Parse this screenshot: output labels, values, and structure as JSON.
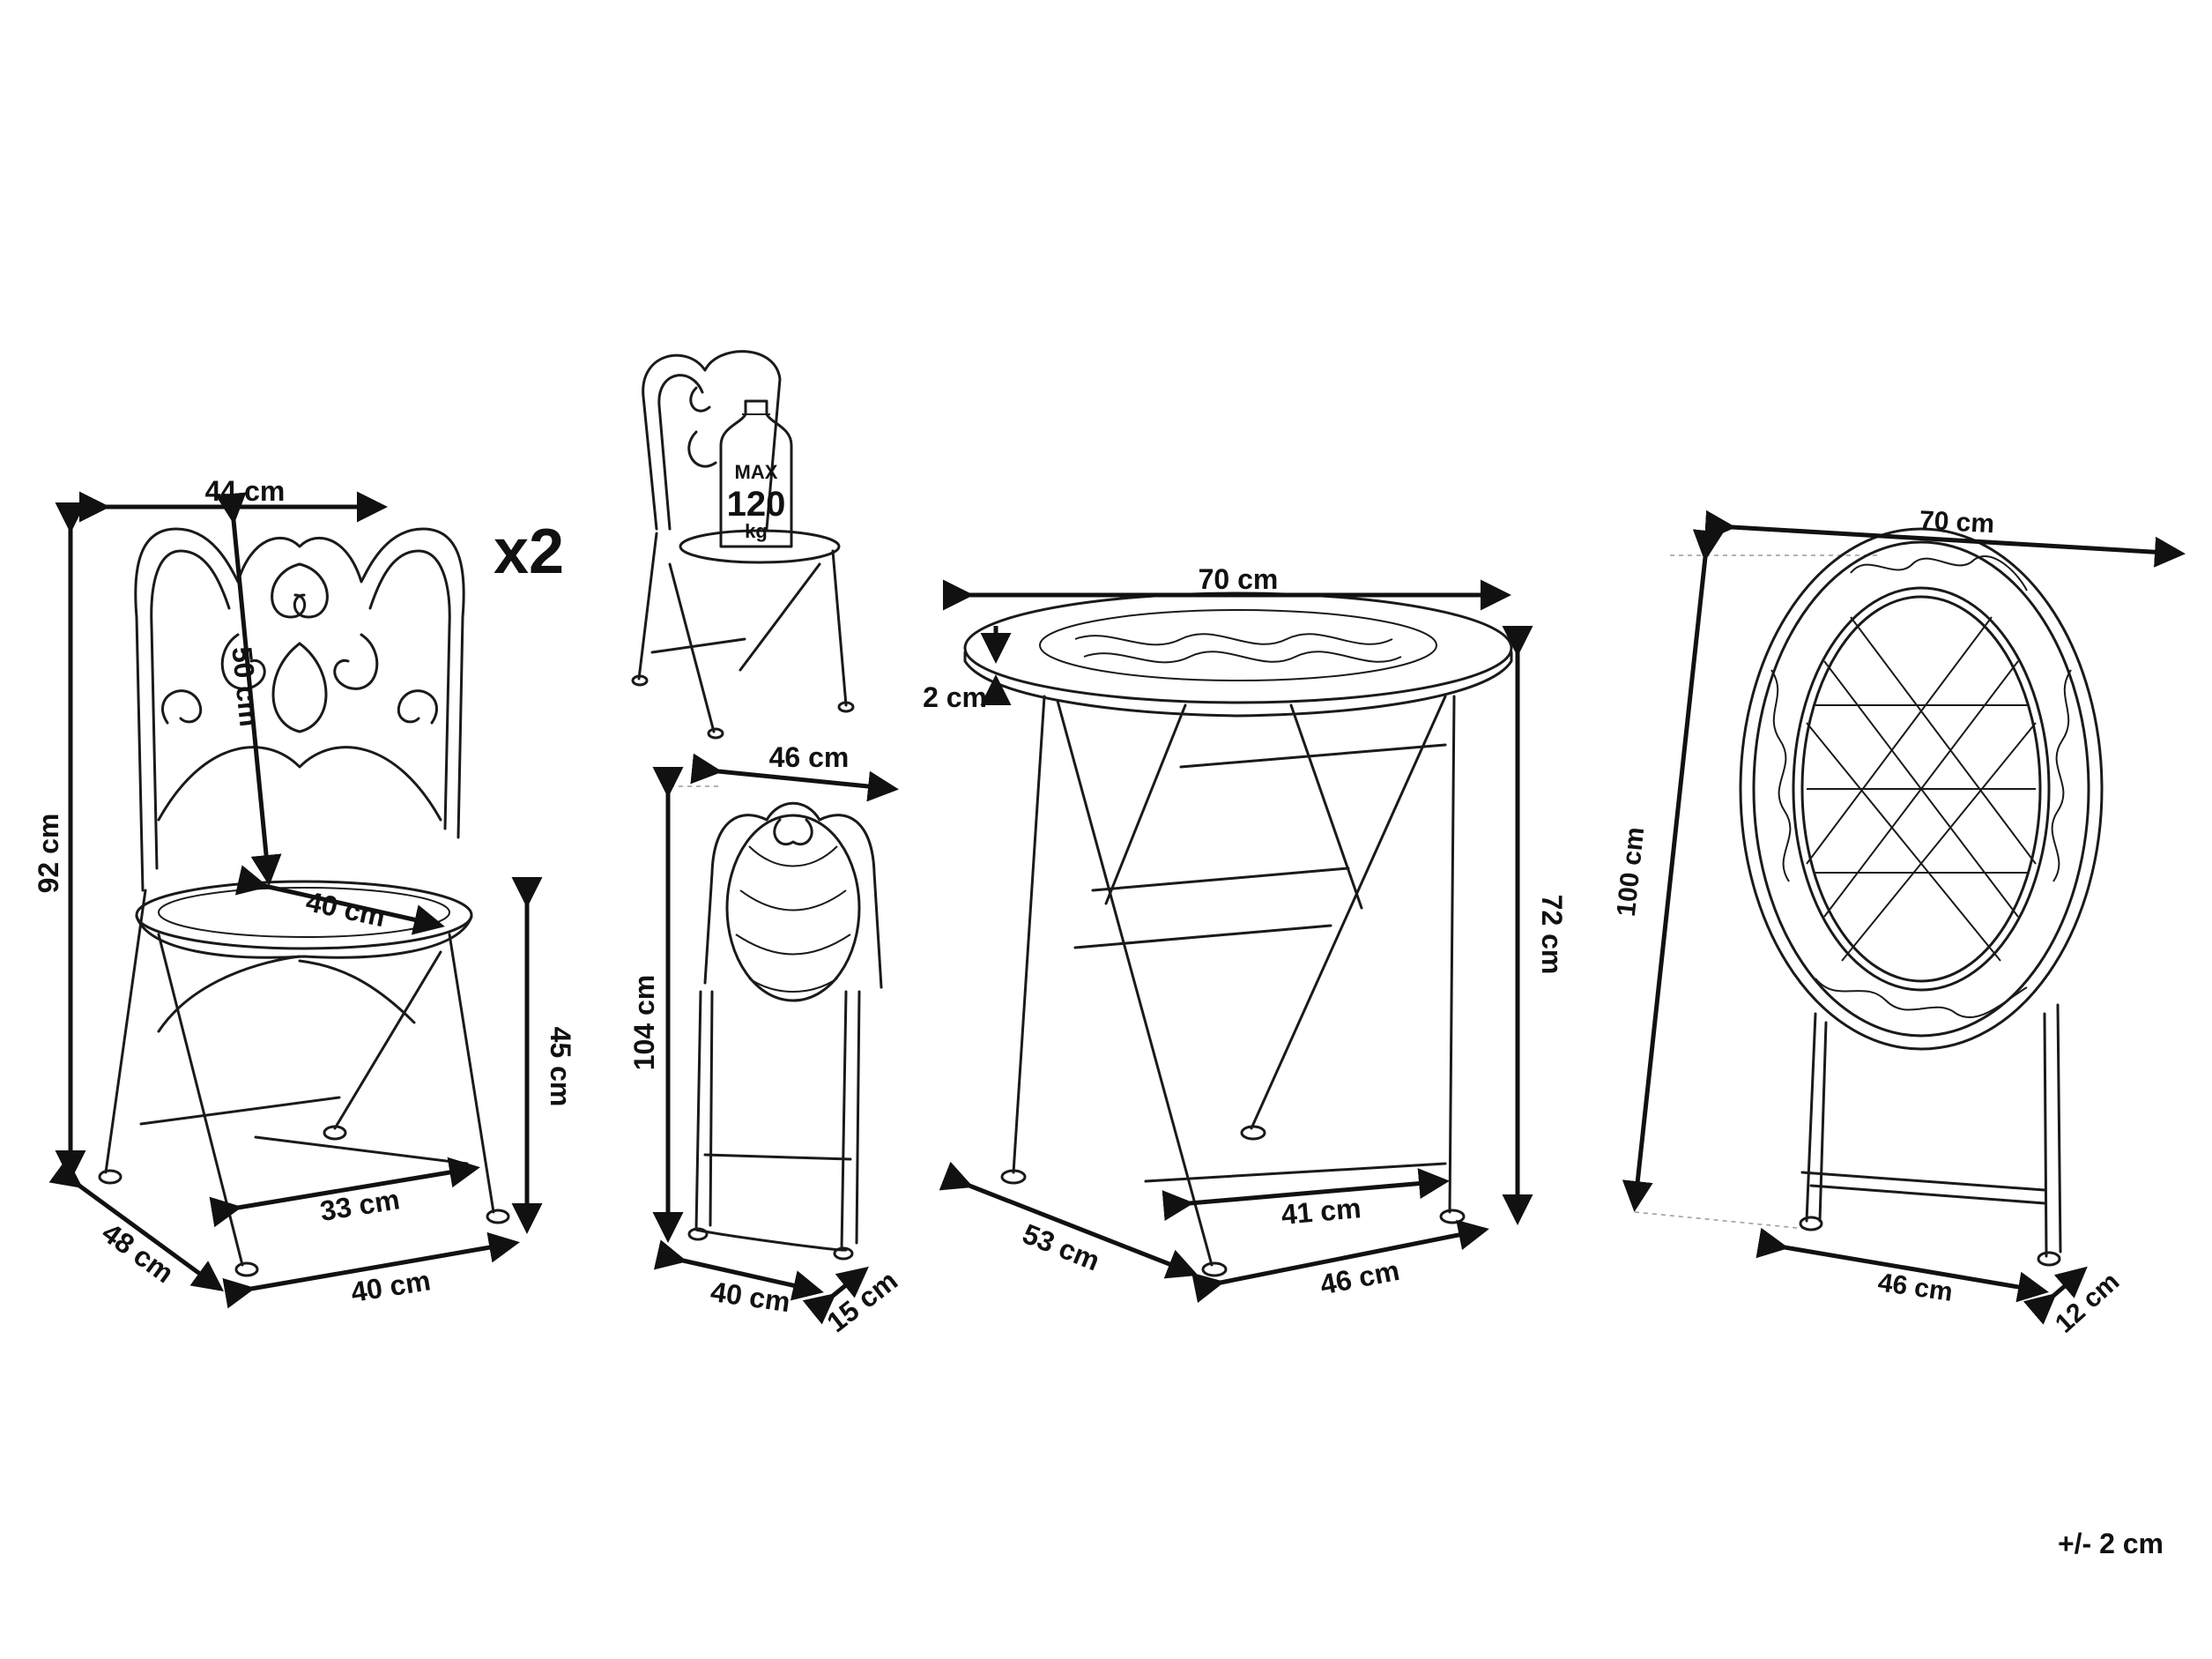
{
  "colors": {
    "ink": "#1a1a1a",
    "background": "#ffffff"
  },
  "chair": {
    "width": "44 cm",
    "height": "92 cm",
    "backrest": "50 cm",
    "seat_diameter": "40 cm",
    "seat_height": "45 cm",
    "depth": "48 cm",
    "front_width": "40 cm",
    "inner_width": "33 cm",
    "quantity": "x2"
  },
  "load": {
    "max": "MAX",
    "value": "120",
    "unit": "kg"
  },
  "folded_chair": {
    "width": "46 cm",
    "height": "104 cm",
    "bottom_width": "40 cm",
    "thickness": "15 cm"
  },
  "table": {
    "diameter": "70 cm",
    "top_thickness": "2 cm",
    "height": "72 cm",
    "inner_width": "41 cm",
    "depth": "53 cm",
    "front_width": "46 cm"
  },
  "folded_table": {
    "diameter": "70 cm",
    "height": "100 cm",
    "bottom_width": "46 cm",
    "thickness": "12 cm"
  },
  "tolerance": "+/- 2 cm"
}
